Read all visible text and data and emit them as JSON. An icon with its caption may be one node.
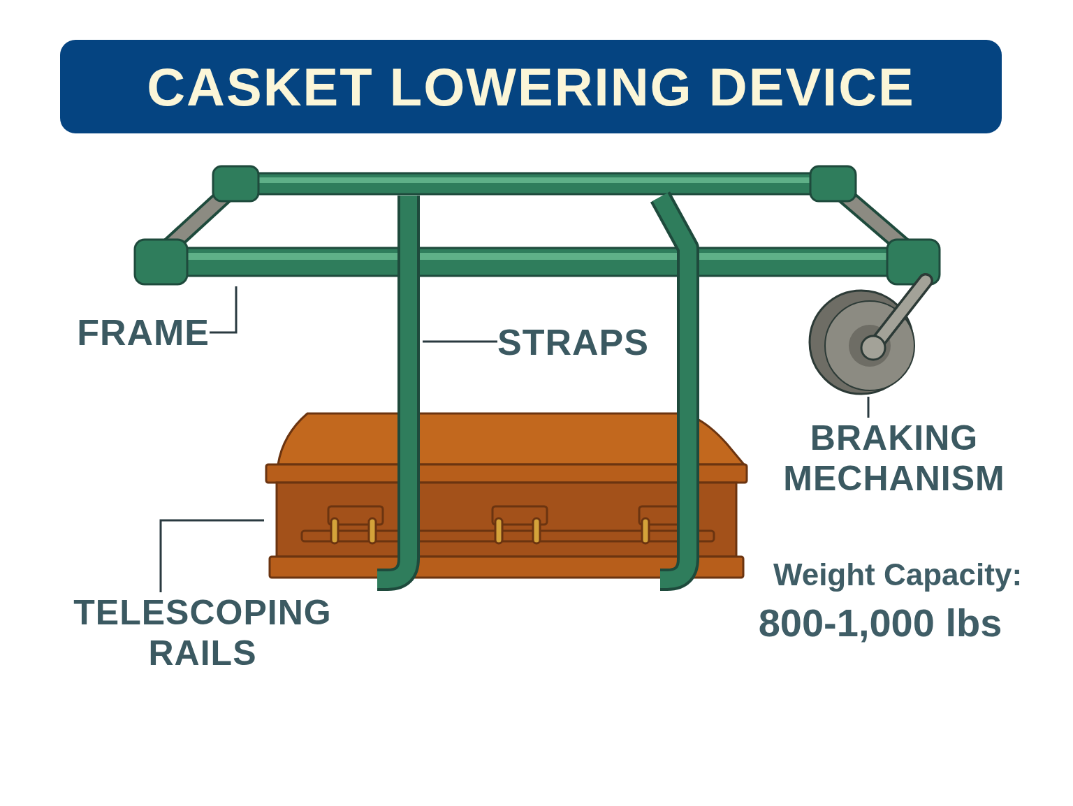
{
  "diagram": {
    "title": "CASKET LOWERING DEVICE",
    "nodes": [
      {
        "text": [
          "FRAME"
        ]
      },
      {
        "text": [],
        "shape": "picture"
      },
      {
        "text": [
          "STRAPS"
        ]
      },
      {
        "text": [],
        "shape": "bar"
      },
      {
        "text": [],
        "shape": "bar"
      },
      {
        "text": [
          "BRAKING MECHANISM"
        ]
      },
      {
        "text": [],
        "shape": "picture"
      },
      {
        "text": [
          "TELESCOPING RAILS"
        ]
      },
      {
        "text": [],
        "shape": "picture"
      }
    ],
    "edges": [
      {
        "from": 0,
        "to": 1,
        "arrow": "none"
      },
      {
        "from": 2,
        "to": 3,
        "arrow": "none"
      },
      {
        "from": 5,
        "to": 6,
        "arrow": "none"
      },
      {
        "from": 7,
        "to": 8,
        "arrow": "none"
      }
    ],
    "labels": [
      "Weight Capacity:",
      "800-1,000 lbs"
    ]
  }
}
